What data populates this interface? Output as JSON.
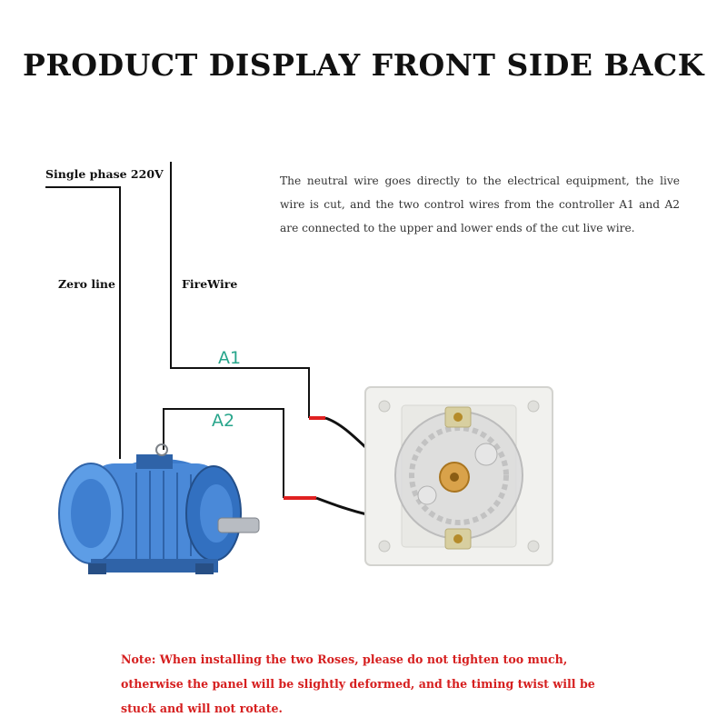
{
  "title": "PRODUCT DISPLAY FRONT SIDE BACK",
  "labels": {
    "single_phase": "Single phase 220V",
    "zero_line": "Zero line",
    "fire_wire": "FireWire",
    "a1": "A1",
    "a2": "A2"
  },
  "description": "The neutral wire goes directly to the electrical equipment, the live wire is cut, and the two control wires from the controller A1 and A2 are connected to the upper and lower ends of the cut live wire.",
  "note": "Note: When installing the two Roses, please do not tighten too much, otherwise the panel will be slightly deformed, and the timing twist will be stuck and will not rotate.",
  "colors": {
    "wire": "#111111",
    "wire_tip": "#e02020",
    "accent_label": "#27a58b",
    "note_text": "#d62020",
    "motor_blue": "#3f7fd0"
  },
  "icons": {
    "motor": "electric-motor-icon",
    "timer": "mechanical-timer-switch-icon"
  }
}
